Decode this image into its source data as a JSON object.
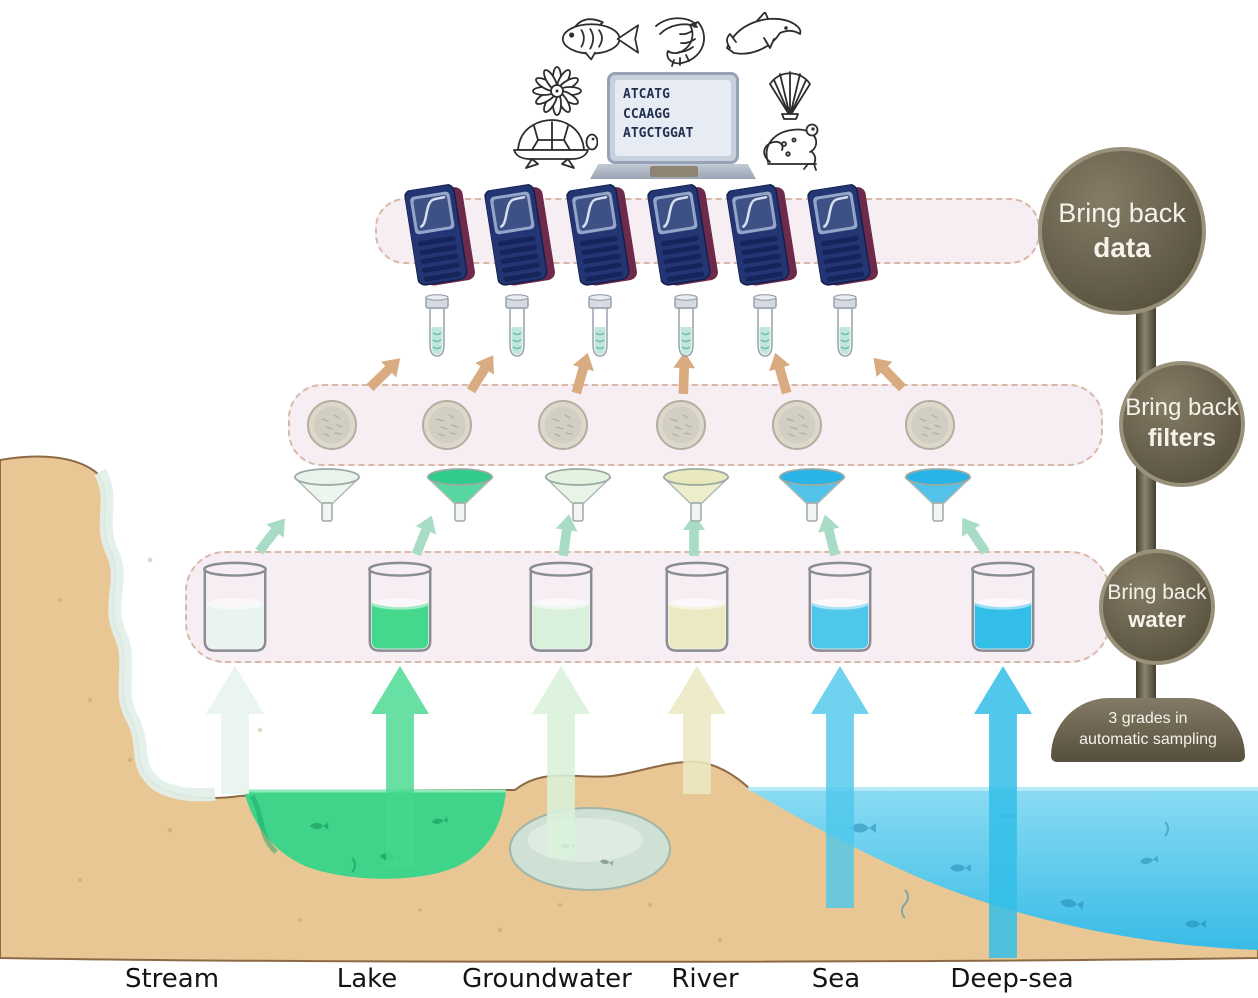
{
  "diagram": {
    "stage_bands": [
      {
        "id": "water",
        "label": {
          "regular": "Bring back",
          "bold": "water"
        }
      },
      {
        "id": "filters",
        "label": {
          "regular": "Bring back",
          "bold": "filters"
        }
      },
      {
        "id": "data",
        "label": {
          "regular": "Bring back",
          "bold": "data"
        }
      }
    ],
    "footer_badge": {
      "line1": "3 grades in",
      "line2": "automatic sampling"
    },
    "laptop": {
      "screen_lines": [
        "ATCATG",
        "CCAAGG",
        "ATGCTGGAT"
      ]
    },
    "animal_icons": [
      "fish-icon",
      "shrimp-icon",
      "dolphin-icon",
      "anemone-icon",
      "shell-icon",
      "turtle-icon",
      "frog-icon"
    ],
    "sources": [
      {
        "name": "Stream",
        "water_color": "#e9f4ee",
        "arrow_color": "rgba(233,244,238,0.92)",
        "funnel_color": "#e9f3ec"
      },
      {
        "name": "Lake",
        "water_color": "#43d88c",
        "arrow_color": "rgba(67,216,140,0.8)",
        "funnel_color": "#2fcc8b"
      },
      {
        "name": "Groundwater",
        "water_color": "#d9f1da",
        "arrow_color": "rgba(217,241,218,0.88)",
        "funnel_color": "#e3f3e0"
      },
      {
        "name": "River",
        "water_color": "#ebe8c2",
        "arrow_color": "rgba(235,232,194,0.88)",
        "funnel_color": "#eae9bd"
      },
      {
        "name": "Sea",
        "water_color": "#4ec7eb",
        "arrow_color": "rgba(78,199,235,0.8)",
        "funnel_color": "#28b4e7"
      },
      {
        "name": "Deep-sea",
        "water_color": "#33bee8",
        "arrow_color": "rgba(51,190,232,0.85)",
        "funnel_color": "#28b4e7"
      }
    ],
    "colors": {
      "band_fill": "#f7eef4",
      "band_border": "#d8b8a6",
      "badge_text": "#f5f2ea",
      "sand": "#e9c795",
      "lake": "#3fd48a",
      "sea_top": "#8adbf2",
      "sea_deep": "#38bbe7",
      "groundwater_lens": "#cfe0d4",
      "sequencer_body": "#233572",
      "sequencer_edge": "#6e2a4b",
      "tube_liquid": "#bfe7dc",
      "filter_disc": "#dcd8cc",
      "arrow_teal": "#a9dcc7",
      "arrow_tan": "#d8ab80"
    }
  }
}
